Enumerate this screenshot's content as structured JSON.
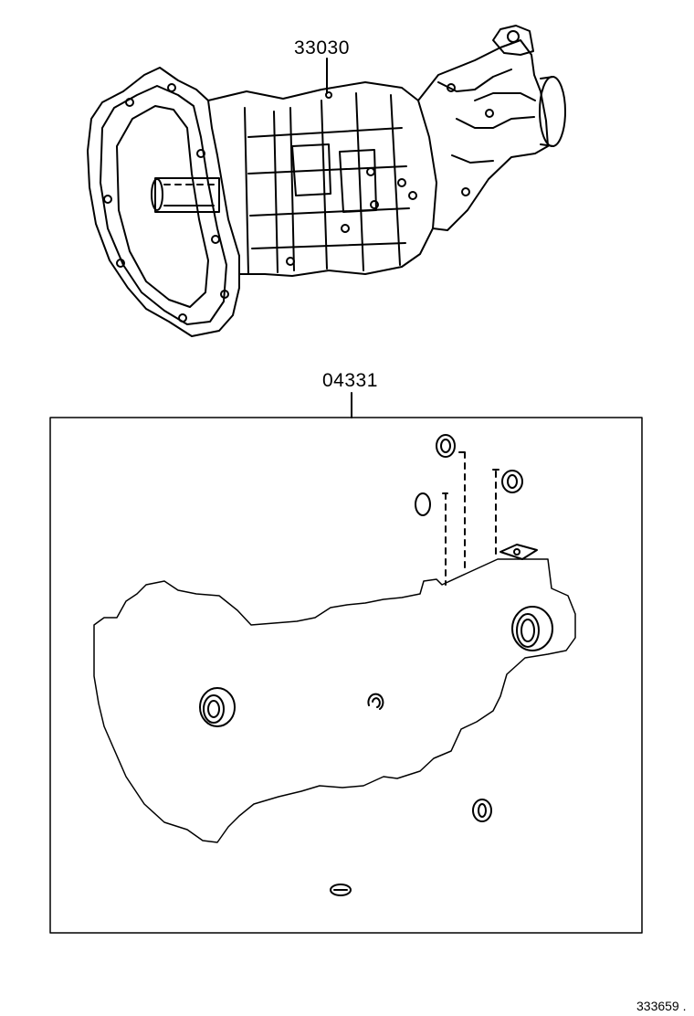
{
  "parts": {
    "transmission": {
      "number": "33030",
      "icon": "manual-transmission-assembly-drawing"
    },
    "gasket_kit": {
      "number": "04331",
      "icon": "gasket-kit-drawing"
    }
  },
  "figure_id": "333659 ."
}
